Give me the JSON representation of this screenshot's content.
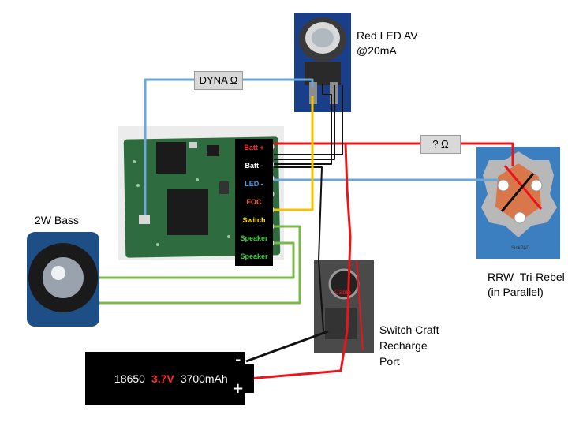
{
  "labels": {
    "red_led": "Red LED AV\n@20mA",
    "bass": "2W Bass",
    "tri_rebel": "RRW  Tri-Rebel\n(in Parallel)",
    "switch_craft": "Switch Craft\nRecharge\nPort",
    "cable_tag": "Cable"
  },
  "resistors": {
    "dyna": "DYNA Ω",
    "led": "?   Ω"
  },
  "board_pins": [
    {
      "label": "Batt +",
      "color": "#ff3030"
    },
    {
      "label": "Batt -",
      "color": "#ffffff"
    },
    {
      "label": "LED -",
      "color": "#4f9be8"
    },
    {
      "label": "FOC",
      "color": "#ff6a30"
    },
    {
      "label": "Switch",
      "color": "#ffe000"
    },
    {
      "label": "Speaker",
      "color": "#3fd13f"
    },
    {
      "label": "Speaker",
      "color": "#3fd13f"
    }
  ],
  "battery": {
    "model": "18650",
    "voltage": "3.7V",
    "capacity": "3700mAh",
    "neg": "-",
    "pos": "+"
  },
  "led_star_text": "SinkPAD",
  "wire_colors": {
    "red": "#e8151b",
    "black": "#111111",
    "blue": "#6aa6d8",
    "yellow": "#f2c400",
    "green": "#7ab84a"
  }
}
